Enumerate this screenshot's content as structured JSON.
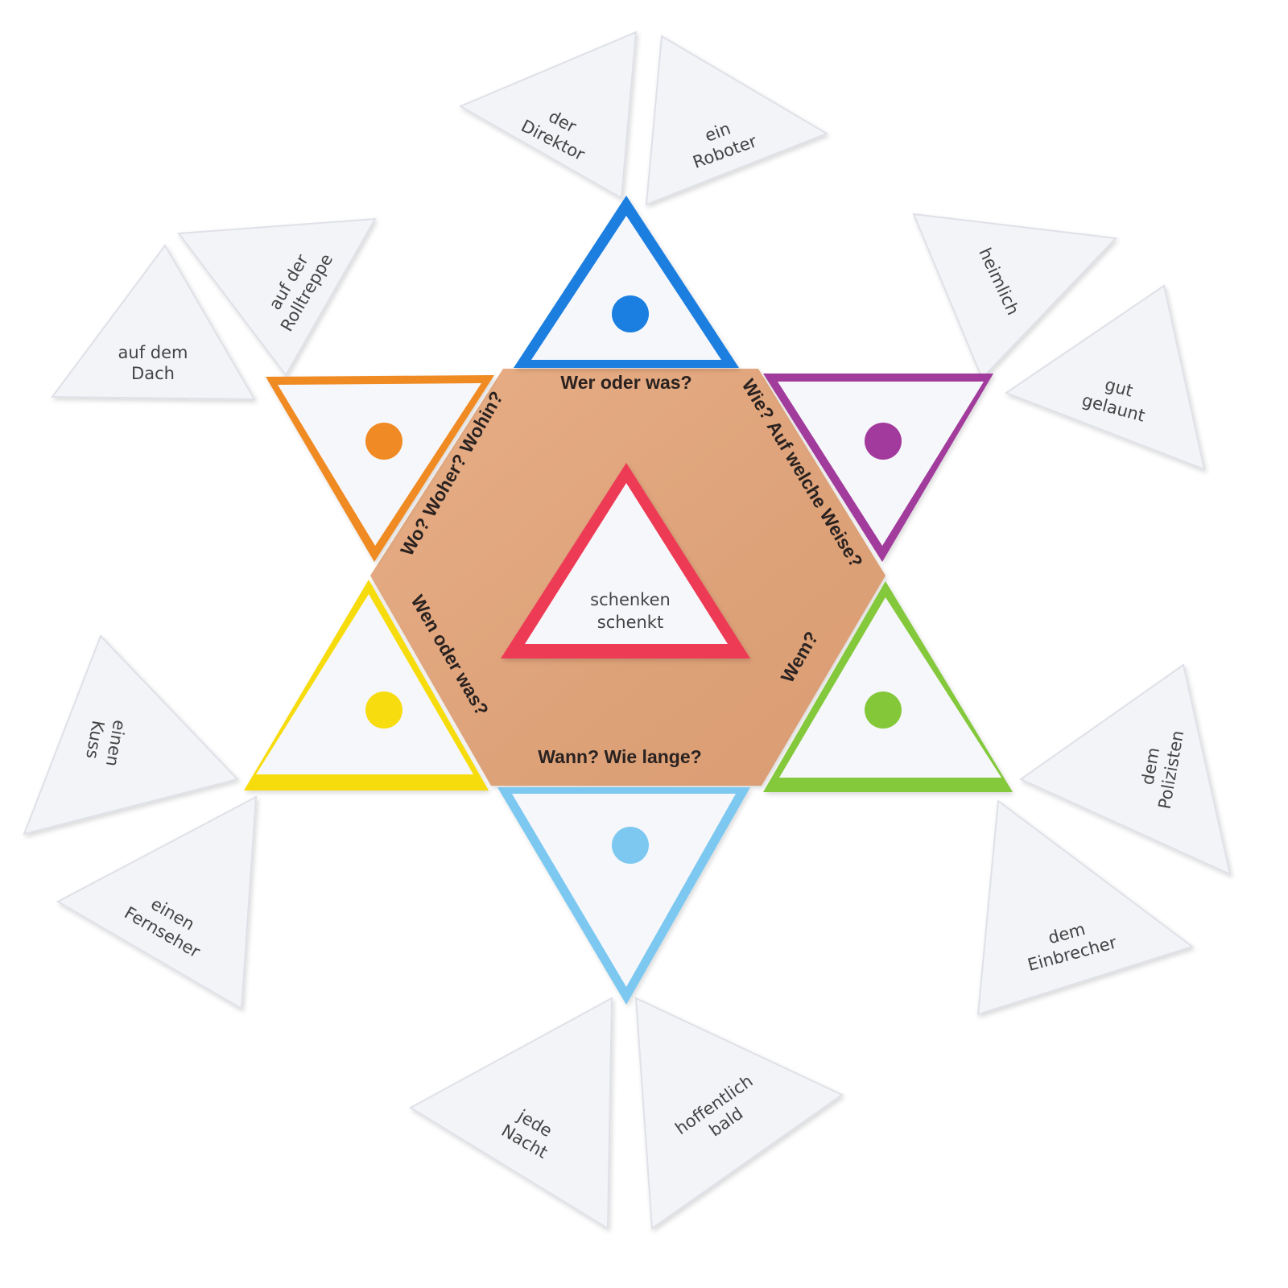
{
  "center": {
    "line1": "schenken",
    "line2": "schenkt"
  },
  "hexagon_labels": {
    "top": "Wer oder was?",
    "top_right": "Wie? Auf welche Weise?",
    "bottom_right": "Wem?",
    "bottom": "Wann? Wie lange?",
    "bottom_left": "Wen oder was?",
    "top_left": "Wo? Woher? Wohin?"
  },
  "cards": [
    {
      "l1": "der",
      "l2": "Direktor"
    },
    {
      "l1": "ein",
      "l2": "Roboter"
    },
    {
      "l1": "auf der",
      "l2": "Rolltreppe"
    },
    {
      "l1": "auf dem",
      "l2": "Dach"
    },
    {
      "l1": "heimlich",
      "l2": ""
    },
    {
      "l1": "gut",
      "l2": "gelaunt"
    },
    {
      "l1": "einen",
      "l2": "Kuss"
    },
    {
      "l1": "einen",
      "l2": "Fernseher"
    },
    {
      "l1": "dem",
      "l2": "Polizisten"
    },
    {
      "l1": "dem",
      "l2": "Einbrecher"
    },
    {
      "l1": "jede",
      "l2": "Nacht"
    },
    {
      "l1": "hoffentlich",
      "l2": "bald"
    }
  ],
  "colors": {
    "blue": "#1a7fe0",
    "orange": "#f08a24",
    "purple": "#a13a9c",
    "yellow": "#f7dc10",
    "green": "#84c83a",
    "light_blue": "#7cc8f0",
    "red": "#ee3a55",
    "wood": "#e2a57c"
  }
}
